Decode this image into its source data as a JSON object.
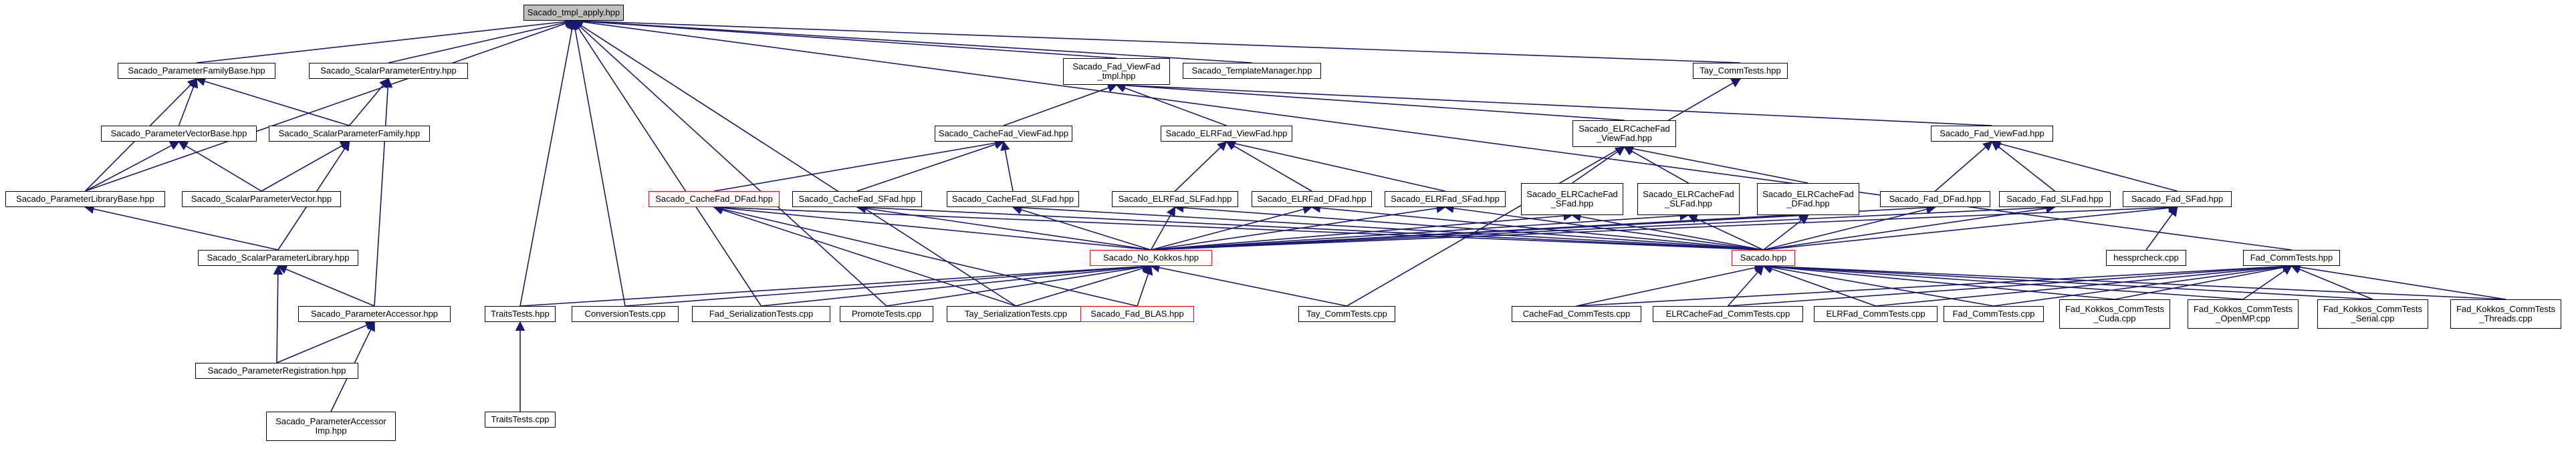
{
  "colors": {
    "edge": "#191970",
    "node_border": "#000000",
    "highlight_border": "#ff0000",
    "root_fill": "#bfbfbf",
    "background": "#ffffff"
  },
  "nodes": [
    {
      "id": "root",
      "label": "Sacado_tmpl_apply.hpp",
      "root": true
    },
    {
      "id": "pfb",
      "label": "Sacado_ParameterFamilyBase.hpp"
    },
    {
      "id": "spe",
      "label": "Sacado_ScalarParameterEntry.hpp"
    },
    {
      "id": "fvft",
      "label": "Sacado_Fad_ViewFad\n_tmpl.hpp"
    },
    {
      "id": "stm",
      "label": "Sacado_TemplateManager.hpp"
    },
    {
      "id": "tcomm",
      "label": "Tay_CommTests.hpp"
    },
    {
      "id": "pvb",
      "label": "Sacado_ParameterVectorBase.hpp"
    },
    {
      "id": "spf",
      "label": "Sacado_ScalarParameterFamily.hpp"
    },
    {
      "id": "cvf",
      "label": "Sacado_CacheFad_ViewFad.hpp"
    },
    {
      "id": "elvf",
      "label": "Sacado_ELRFad_ViewFad.hpp"
    },
    {
      "id": "elcvf",
      "label": "Sacado_ELRCacheFad\n_ViewFad.hpp"
    },
    {
      "id": "fvf",
      "label": "Sacado_Fad_ViewFad.hpp"
    },
    {
      "id": "plb",
      "label": "Sacado_ParameterLibraryBase.hpp"
    },
    {
      "id": "spv",
      "label": "Sacado_ScalarParameterVector.hpp"
    },
    {
      "id": "cdfad",
      "label": "Sacado_CacheFad_DFad.hpp",
      "red": true
    },
    {
      "id": "csfad",
      "label": "Sacado_CacheFad_SFad.hpp"
    },
    {
      "id": "cslfad",
      "label": "Sacado_CacheFad_SLFad.hpp"
    },
    {
      "id": "eslfad",
      "label": "Sacado_ELRFad_SLFad.hpp"
    },
    {
      "id": "edfad",
      "label": "Sacado_ELRFad_DFad.hpp"
    },
    {
      "id": "esfad",
      "label": "Sacado_ELRFad_SFad.hpp"
    },
    {
      "id": "ecsfad",
      "label": "Sacado_ELRCacheFad\n_SFad.hpp"
    },
    {
      "id": "ecslfad",
      "label": "Sacado_ELRCacheFad\n_SLFad.hpp"
    },
    {
      "id": "ecdfad",
      "label": "Sacado_ELRCacheFad\n_DFad.hpp"
    },
    {
      "id": "fdfad",
      "label": "Sacado_Fad_DFad.hpp"
    },
    {
      "id": "fslfad",
      "label": "Sacado_Fad_SLFad.hpp"
    },
    {
      "id": "fsfad",
      "label": "Sacado_Fad_SFad.hpp"
    },
    {
      "id": "spl",
      "label": "Sacado_ScalarParameterLibrary.hpp"
    },
    {
      "id": "nokk",
      "label": "Sacado_No_Kokkos.hpp",
      "red": true
    },
    {
      "id": "sacado",
      "label": "Sacado.hpp",
      "red": true
    },
    {
      "id": "fcomm",
      "label": "Fad_CommTests.hpp"
    },
    {
      "id": "hess",
      "label": "hessprcheck.cpp"
    },
    {
      "id": "pa",
      "label": "Sacado_ParameterAccessor.hpp"
    },
    {
      "id": "tth",
      "label": "TraitsTests.hpp"
    },
    {
      "id": "conv",
      "label": "ConversionTests.cpp"
    },
    {
      "id": "fser",
      "label": "Fad_SerializationTests.cpp"
    },
    {
      "id": "prom",
      "label": "PromoteTests.cpp"
    },
    {
      "id": "tser",
      "label": "Tay_SerializationTests.cpp"
    },
    {
      "id": "blas",
      "label": "Sacado_Fad_BLAS.hpp",
      "red": true
    },
    {
      "id": "tcomcpp",
      "label": "Tay_CommTests.cpp"
    },
    {
      "id": "cfcomm",
      "label": "CacheFad_CommTests.cpp"
    },
    {
      "id": "elcfcomm",
      "label": "ELRCacheFad_CommTests.cpp"
    },
    {
      "id": "elfcomm",
      "label": "ELRFad_CommTests.cpp"
    },
    {
      "id": "fcommcpp",
      "label": "Fad_CommTests.cpp"
    },
    {
      "id": "kcuda",
      "label": "Fad_Kokkos_CommTests\n_Cuda.cpp"
    },
    {
      "id": "komp",
      "label": "Fad_Kokkos_CommTests\n_OpenMP.cpp"
    },
    {
      "id": "kser",
      "label": "Fad_Kokkos_CommTests\n_Serial.cpp"
    },
    {
      "id": "kthr",
      "label": "Fad_Kokkos_CommTests\n_Threads.cpp"
    },
    {
      "id": "preg",
      "label": "Sacado_ParameterRegistration.hpp"
    },
    {
      "id": "ttcpp",
      "label": "TraitsTests.cpp"
    },
    {
      "id": "paimpl",
      "label": "Sacado_ParameterAccessor\nImp.hpp"
    }
  ],
  "edges": [
    [
      "pfb",
      "root"
    ],
    [
      "spe",
      "root"
    ],
    [
      "fvft",
      "root"
    ],
    [
      "stm",
      "root"
    ],
    [
      "tcomm",
      "root"
    ],
    [
      "plb",
      "root"
    ],
    [
      "tth",
      "root"
    ],
    [
      "conv",
      "root"
    ],
    [
      "fser",
      "root"
    ],
    [
      "prom",
      "root"
    ],
    [
      "tser",
      "root"
    ],
    [
      "fcomm",
      "root"
    ],
    [
      "pvb",
      "pfb"
    ],
    [
      "spf",
      "pfb"
    ],
    [
      "plb",
      "pfb"
    ],
    [
      "spf",
      "spe"
    ],
    [
      "pa",
      "spe"
    ],
    [
      "plb",
      "pvb"
    ],
    [
      "spv",
      "pvb"
    ],
    [
      "spv",
      "spf"
    ],
    [
      "spl",
      "spf"
    ],
    [
      "spl",
      "plb"
    ],
    [
      "pa",
      "spl"
    ],
    [
      "preg",
      "spl"
    ],
    [
      "preg",
      "pa"
    ],
    [
      "paimpl",
      "pa"
    ],
    [
      "cvf",
      "fvft"
    ],
    [
      "elvf",
      "fvft"
    ],
    [
      "elcvf",
      "fvft"
    ],
    [
      "fvf",
      "fvft"
    ],
    [
      "cdfad",
      "cvf"
    ],
    [
      "csfad",
      "cvf"
    ],
    [
      "cslfad",
      "cvf"
    ],
    [
      "eslfad",
      "elvf"
    ],
    [
      "edfad",
      "elvf"
    ],
    [
      "esfad",
      "elvf"
    ],
    [
      "ecsfad",
      "elcvf"
    ],
    [
      "ecslfad",
      "elcvf"
    ],
    [
      "ecdfad",
      "elcvf"
    ],
    [
      "fdfad",
      "fvf"
    ],
    [
      "fslfad",
      "fvf"
    ],
    [
      "fsfad",
      "fvf"
    ],
    [
      "nokk",
      "cdfad"
    ],
    [
      "nokk",
      "csfad"
    ],
    [
      "nokk",
      "cslfad"
    ],
    [
      "nokk",
      "eslfad"
    ],
    [
      "nokk",
      "edfad"
    ],
    [
      "nokk",
      "esfad"
    ],
    [
      "nokk",
      "ecsfad"
    ],
    [
      "nokk",
      "ecslfad"
    ],
    [
      "nokk",
      "ecdfad"
    ],
    [
      "nokk",
      "fdfad"
    ],
    [
      "nokk",
      "fslfad"
    ],
    [
      "nokk",
      "fsfad"
    ],
    [
      "sacado",
      "cdfad"
    ],
    [
      "sacado",
      "csfad"
    ],
    [
      "sacado",
      "cslfad"
    ],
    [
      "sacado",
      "eslfad"
    ],
    [
      "sacado",
      "edfad"
    ],
    [
      "sacado",
      "esfad"
    ],
    [
      "sacado",
      "ecsfad"
    ],
    [
      "sacado",
      "ecslfad"
    ],
    [
      "sacado",
      "ecdfad"
    ],
    [
      "sacado",
      "fdfad"
    ],
    [
      "sacado",
      "fslfad"
    ],
    [
      "sacado",
      "fsfad"
    ],
    [
      "blas",
      "cdfad"
    ],
    [
      "tser",
      "cdfad"
    ],
    [
      "hess",
      "fsfad"
    ],
    [
      "tth",
      "nokk"
    ],
    [
      "conv",
      "nokk"
    ],
    [
      "fser",
      "nokk"
    ],
    [
      "prom",
      "nokk"
    ],
    [
      "tser",
      "nokk"
    ],
    [
      "blas",
      "nokk"
    ],
    [
      "tcomcpp",
      "nokk"
    ],
    [
      "tcomcpp",
      "tcomm"
    ],
    [
      "cfcomm",
      "sacado"
    ],
    [
      "elcfcomm",
      "sacado"
    ],
    [
      "elfcomm",
      "sacado"
    ],
    [
      "fcommcpp",
      "sacado"
    ],
    [
      "kcuda",
      "sacado"
    ],
    [
      "komp",
      "sacado"
    ],
    [
      "kser",
      "sacado"
    ],
    [
      "kthr",
      "sacado"
    ],
    [
      "cfcomm",
      "fcomm"
    ],
    [
      "elcfcomm",
      "fcomm"
    ],
    [
      "elfcomm",
      "fcomm"
    ],
    [
      "fcommcpp",
      "fcomm"
    ],
    [
      "kcuda",
      "fcomm"
    ],
    [
      "komp",
      "fcomm"
    ],
    [
      "kser",
      "fcomm"
    ],
    [
      "kthr",
      "fcomm"
    ],
    [
      "ttcpp",
      "tth"
    ]
  ]
}
